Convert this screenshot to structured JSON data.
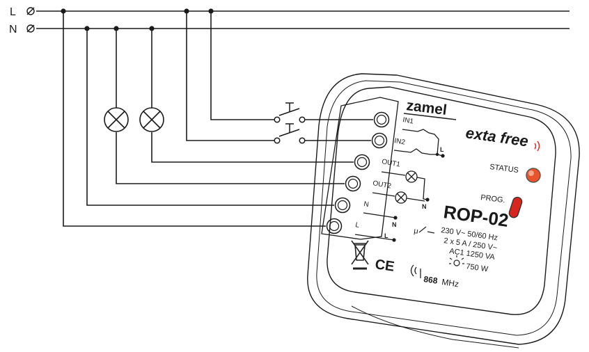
{
  "bus": {
    "line_label": "L",
    "neutral_label": "N"
  },
  "device": {
    "brand": "zamel",
    "product_line": "exta free",
    "status_label": "STATUS",
    "prog_label": "PROG.",
    "model": "ROP-02",
    "spec_voltage": "230 V~ 50/60 Hz",
    "spec_load": "2 x 5 A / 250 V~",
    "spec_ac1": "AC1 1250 VA",
    "spec_lamp": "750 W",
    "frequency_number": "868",
    "frequency_unit": "MHz",
    "ce_mark": "CE",
    "micro_symbol": "μ",
    "terminals": {
      "in1": "IN1",
      "in2": "IN2",
      "out1": "OUT1",
      "out2": "OUT2",
      "n": "N",
      "l": "L",
      "n_small": "N",
      "l_small": "L"
    }
  },
  "colors": {
    "wire": "#1a1a1a",
    "status_led": "#e8532b",
    "prog_button": "#d9261c"
  }
}
